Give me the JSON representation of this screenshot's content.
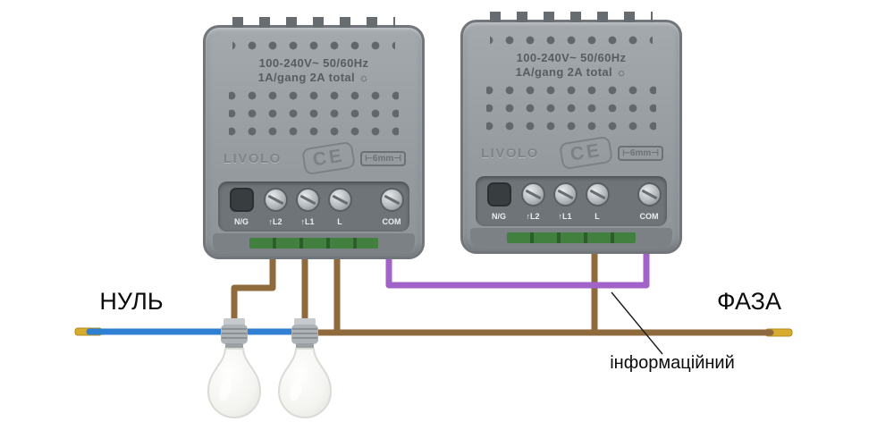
{
  "labels": {
    "neutral": "НУЛЬ",
    "phase": "ФАЗА",
    "signal": "інформаційний"
  },
  "module": {
    "voltage": "100-240V~  50/60Hz",
    "rating": "1A/gang 2A total",
    "brand": "LIVOLO",
    "ce_mark": "CE",
    "depth_badge": "⊢6mm⊣",
    "terminals": [
      "N/G",
      "↑L2",
      "↑L1",
      "L",
      "COM"
    ]
  },
  "icons": {
    "brightness": "☼"
  },
  "colors": {
    "neutral_wire": "#2f7fd2",
    "phase_wire": "#8e6a3c",
    "signal_wire": "#a163c8",
    "bare_tip": "#d8ac2e"
  }
}
